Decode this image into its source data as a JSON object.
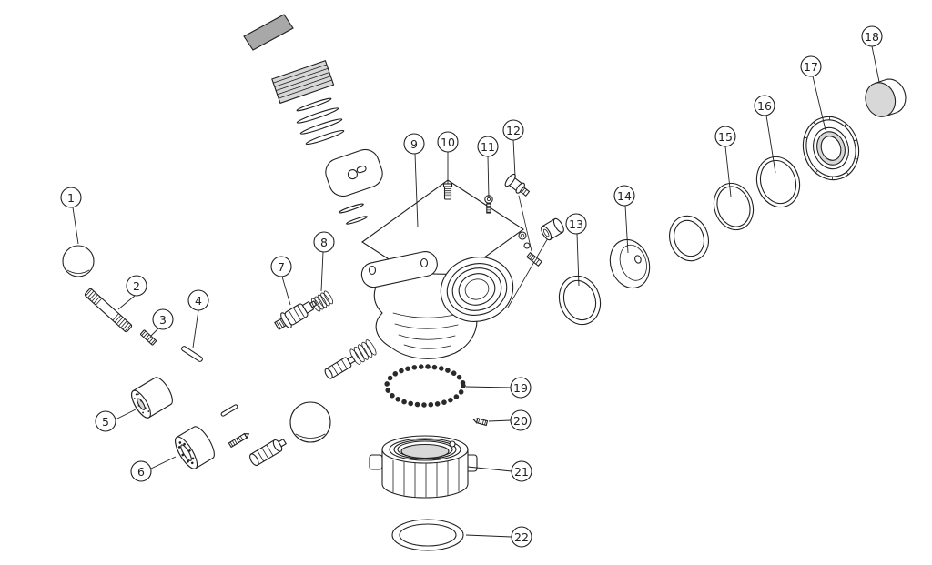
{
  "diagram": {
    "type": "exploded-parts-diagram",
    "callouts": [
      "1",
      "2",
      "3",
      "4",
      "5",
      "6",
      "7",
      "8",
      "9",
      "10",
      "11",
      "12",
      "13",
      "14",
      "15",
      "16",
      "17",
      "18",
      "19",
      "20",
      "21",
      "22"
    ],
    "colors": {
      "line": "#1f1f1f",
      "background": "#ffffff",
      "shade_light": "#d8d8d8",
      "shade_dark": "#a8a8a8"
    }
  }
}
